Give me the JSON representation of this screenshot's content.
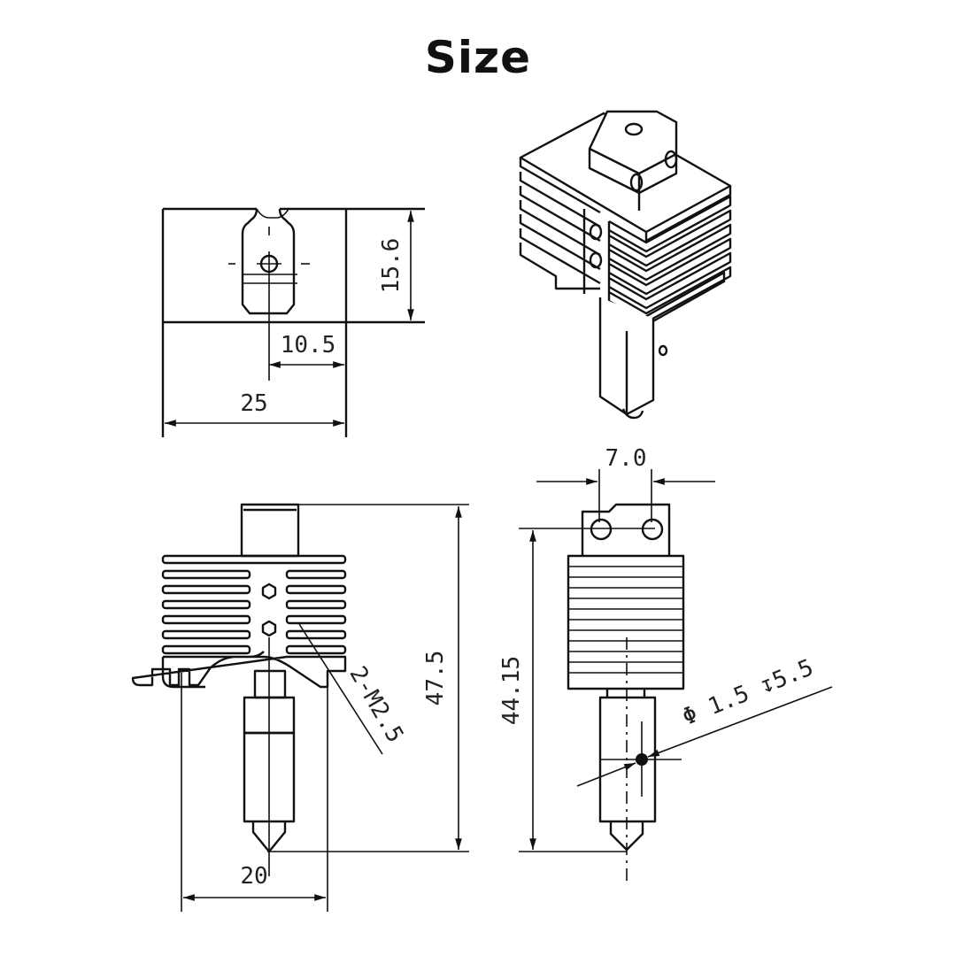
{
  "title": "Size",
  "views": {
    "top_view": {
      "dimensions": {
        "depth": "15.6",
        "hole_offset": "10.5",
        "width": "25"
      }
    },
    "isometric_view": {
      "label": "hotend-isometric"
    },
    "front_view": {
      "dimensions": {
        "height": "47.5",
        "mount_spacing": "20",
        "thread_callout": "2-M2.5"
      }
    },
    "side_view": {
      "dimensions": {
        "hole_spacing": "7.0",
        "height": "44.15",
        "hole_callout": "Φ 1.5 ↧5.5"
      }
    }
  }
}
